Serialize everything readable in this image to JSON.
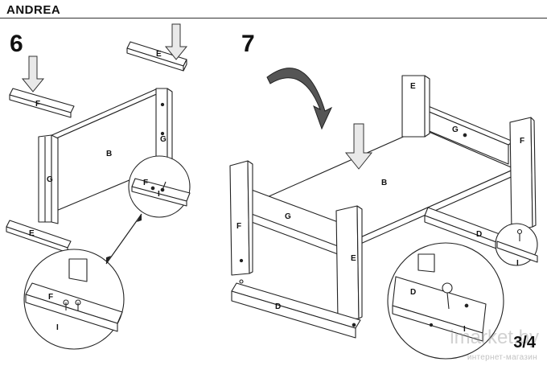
{
  "header": {
    "title": "ANDREA"
  },
  "steps": [
    {
      "number": "6"
    },
    {
      "number": "7"
    }
  ],
  "parts": {
    "b": "B",
    "d": "D",
    "e": "E",
    "f": "F",
    "g": "G",
    "i": "I"
  },
  "footer": {
    "page": "3/4",
    "watermark_brand": "imarket.by",
    "watermark_tagline": "интернет-магазин"
  }
}
